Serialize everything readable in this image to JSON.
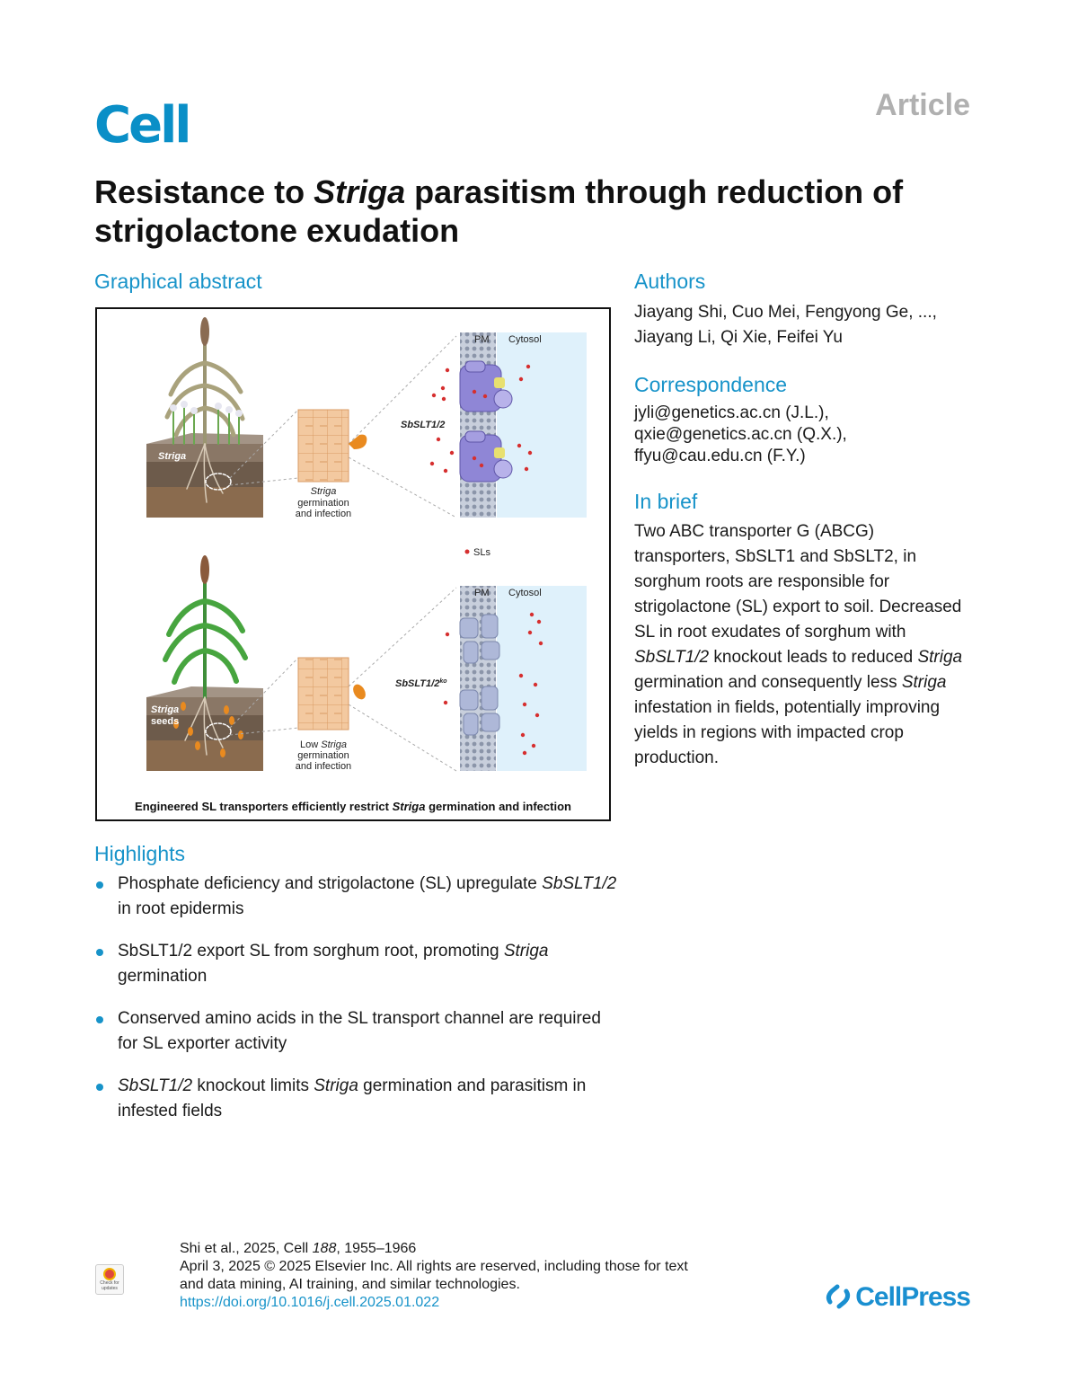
{
  "header": {
    "journal_logo": "Cell",
    "article_type": "Article"
  },
  "title": {
    "part1": "Resistance to ",
    "italic": "Striga",
    "part2": " parasitism through reduction of strigolactone exudation"
  },
  "graphical_abstract": {
    "heading": "Graphical abstract",
    "caption_part1": "Engineered SL transporters efficiently restrict ",
    "caption_italic": "Striga",
    "caption_part2": " germination and infection",
    "top_panel": {
      "soil_label": "Striga",
      "cell_label_italic": "Striga",
      "cell_label_rest": "germination\nand infection",
      "transporter_label": "SbSLT1/2",
      "pm_label": "PM",
      "cytosol_label": "Cytosol"
    },
    "legend_sls": "SLs",
    "bottom_panel": {
      "soil_label_1": "Striga",
      "soil_label_2": "seeds",
      "cell_label_prefix": "Low ",
      "cell_label_italic": "Striga",
      "cell_label_rest": "germination\nand infection",
      "transporter_label": "SbSLT1/2",
      "transporter_superscript": "ko",
      "pm_label": "PM",
      "cytosol_label": "Cytosol"
    },
    "colors": {
      "sl_dot": "#d62f2f",
      "transporter": "#8f86d6",
      "knockout_transporter": "#aeb8d8",
      "cytosol": "#dff1fb",
      "membrane": "#9aa4b6",
      "striga_seed": "#e98a1f",
      "soil_dark": "#5b4a3c",
      "root_cells": "#f3c9a0"
    }
  },
  "authors": {
    "heading": "Authors",
    "line1": "Jiayang Shi, Cuo Mei, Fengyong Ge, ...,",
    "line2": "Jiayang Li, Qi Xie, Feifei Yu"
  },
  "correspondence": {
    "heading": "Correspondence",
    "emails": [
      "jyli@genetics.ac.cn (J.L.),",
      "qxie@genetics.ac.cn (Q.X.),",
      "ffyu@cau.edu.cn (F.Y.)"
    ]
  },
  "in_brief": {
    "heading": "In brief",
    "t1": "Two ABC transporter G (ABCG) transporters, SbSLT1 and SbSLT2, in sorghum roots are responsible for strigolactone (SL) export to soil. Decreased SL in root exudates of sorghum with ",
    "i1": "SbSLT1/2",
    "t2": " knockout leads to reduced ",
    "i2": "Striga",
    "t3": " germination and consequently less ",
    "i3": "Striga",
    "t4": " infestation in fields, potentially improving yields in regions with impacted crop production."
  },
  "highlights": {
    "heading": "Highlights",
    "items": [
      {
        "a": "Phosphate deficiency and strigolactone (SL) upregulate ",
        "i": "SbSLT1/2",
        "b": " in root epidermis"
      },
      {
        "a": "SbSLT1/2 export SL from sorghum root, promoting ",
        "i": "Striga",
        "b": " germination"
      },
      {
        "a": "Conserved amino acids in the SL transport channel are required for SL exporter activity",
        "i": "",
        "b": ""
      },
      {
        "a": "",
        "i": "SbSLT1/2",
        "b": " knockout limits ",
        "i2": "Striga",
        "c": " germination and parasitism in infested fields"
      }
    ]
  },
  "footer": {
    "citation_a": "Shi et al., 2025, Cell ",
    "citation_vol": "188",
    "citation_b": ", 1955–1966",
    "line2": "April 3, 2025 © 2025 Elsevier Inc. All rights are reserved, including those for text",
    "line3": "and data mining, AI training, and similar technologies.",
    "doi": "https://doi.org/10.1016/j.cell.2025.01.022",
    "check_updates": "Check for updates",
    "publisher": "CellPress"
  }
}
